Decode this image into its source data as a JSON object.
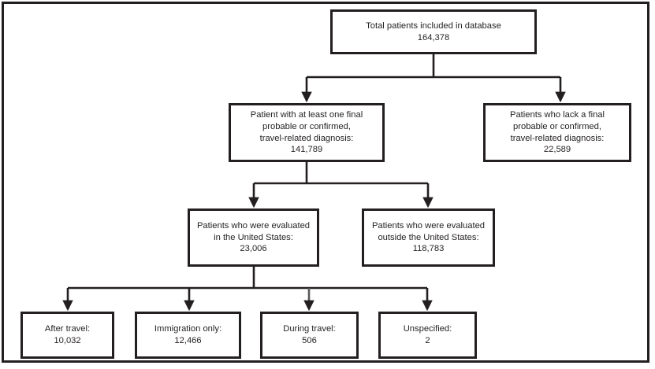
{
  "figure": {
    "type": "flowchart",
    "orientation": "top-down",
    "border": true,
    "line_color": "#231f20",
    "background": "#ffffff"
  },
  "nodes": {
    "total": {
      "lines": [
        "Total patients included in database"
      ],
      "value": "164,378",
      "count": 164378
    },
    "with_diagnosis": {
      "lines": [
        "Patient with at least one final",
        "probable or confirmed,",
        "travel-related diagnosis:"
      ],
      "value": "141,789",
      "count": 141789
    },
    "lack_diagnosis": {
      "lines": [
        "Patients who lack a final",
        "probable or confirmed,",
        "travel-related diagnosis:"
      ],
      "value": "22,589",
      "count": 22589
    },
    "evaluated_in_us": {
      "lines": [
        "Patients who were evaluated",
        "in the United States:"
      ],
      "value": "23,006",
      "count": 23006
    },
    "evaluated_outside_us": {
      "lines": [
        "Patients who were evaluated",
        "outside the United States:"
      ],
      "value": "118,783",
      "count": 118783
    },
    "after_travel": {
      "lines": [
        "After travel:"
      ],
      "value": "10,032",
      "count": 10032
    },
    "immigration_only": {
      "lines": [
        "Immigration only:"
      ],
      "value": "12,466",
      "count": 12466
    },
    "during_travel": {
      "lines": [
        "During  travel:"
      ],
      "value": "506",
      "count": 506
    },
    "unspecified": {
      "lines": [
        "Unspecified:"
      ],
      "value": "2",
      "count": 2
    }
  },
  "edges": [
    {
      "from": "total",
      "to": "with_diagnosis"
    },
    {
      "from": "total",
      "to": "lack_diagnosis"
    },
    {
      "from": "with_diagnosis",
      "to": "evaluated_in_us"
    },
    {
      "from": "with_diagnosis",
      "to": "evaluated_outside_us"
    },
    {
      "from": "evaluated_in_us",
      "to": "after_travel"
    },
    {
      "from": "evaluated_in_us",
      "to": "immigration_only"
    },
    {
      "from": "evaluated_in_us",
      "to": "during_travel"
    },
    {
      "from": "evaluated_in_us",
      "to": "unspecified"
    }
  ]
}
